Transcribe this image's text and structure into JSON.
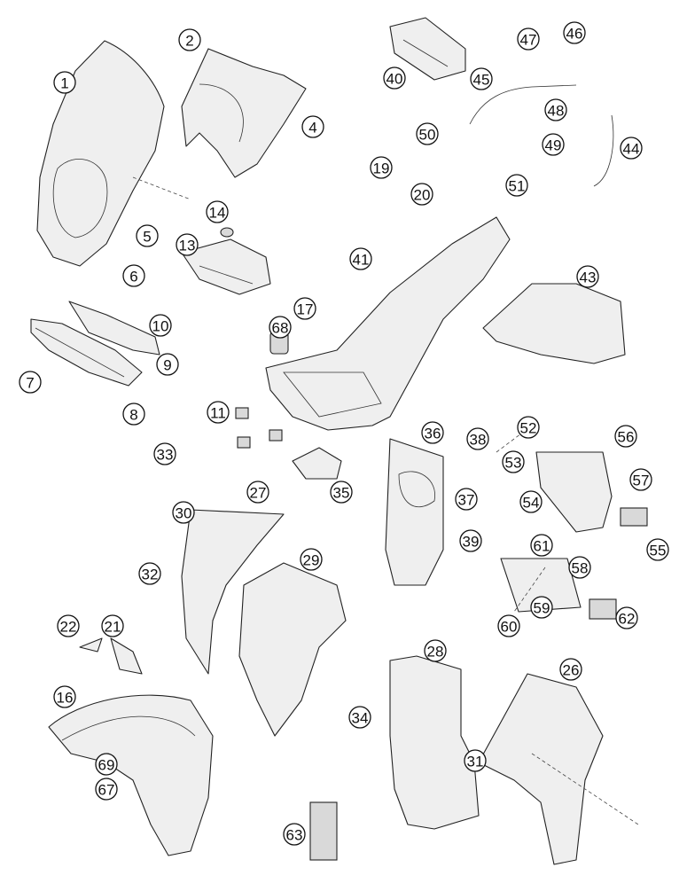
{
  "diagram": {
    "callouts": [
      "1",
      "2",
      "4",
      "5",
      "6",
      "7",
      "8",
      "9",
      "10",
      "11",
      "13",
      "14",
      "16",
      "17",
      "19",
      "20",
      "21",
      "22",
      "26",
      "27",
      "28",
      "29",
      "30",
      "31",
      "32",
      "33",
      "34",
      "35",
      "36",
      "37",
      "38",
      "39",
      "40",
      "41",
      "43",
      "44",
      "45",
      "46",
      "47",
      "48",
      "49",
      "50",
      "51",
      "52",
      "53",
      "54",
      "55",
      "56",
      "57",
      "58",
      "59",
      "60",
      "61",
      "62",
      "63",
      "67",
      "68",
      "69"
    ]
  }
}
